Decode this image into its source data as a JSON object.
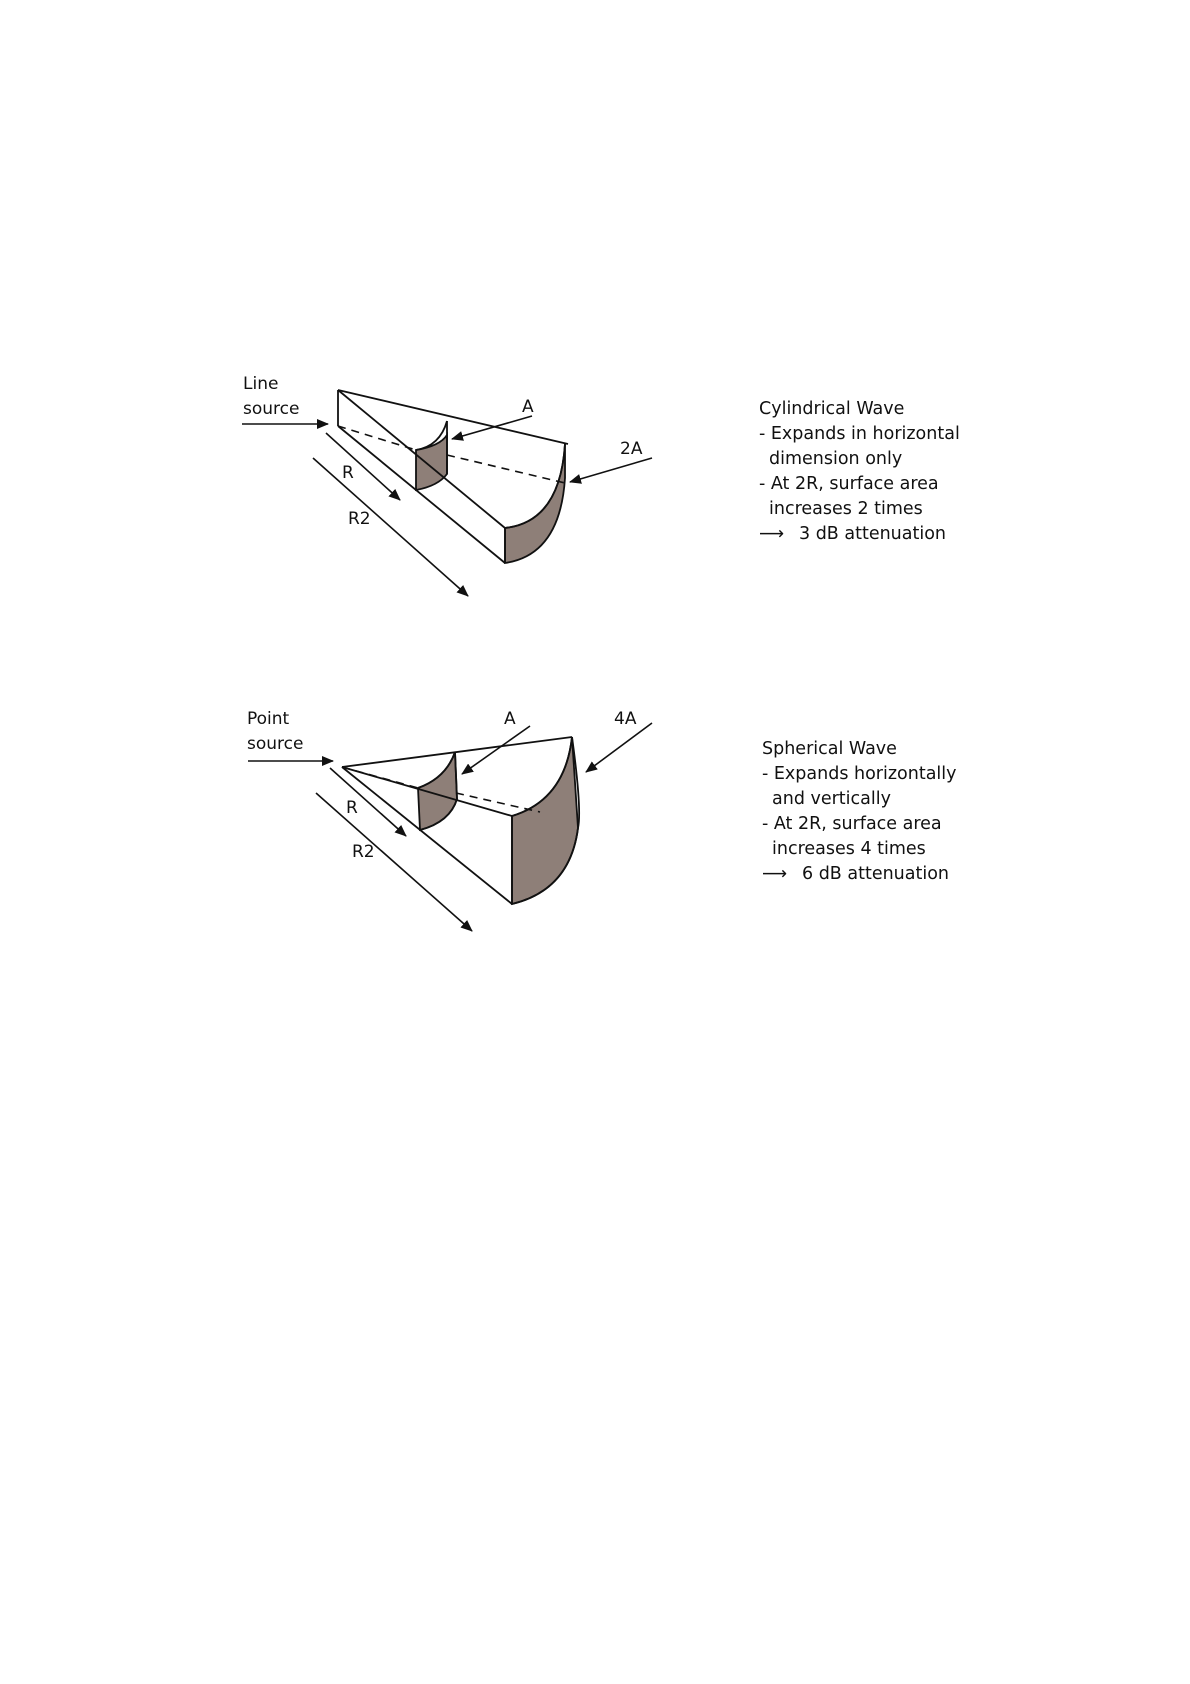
{
  "cylindrical": {
    "source_label_line1": "Line",
    "source_label_line2": "source",
    "r_label": "R",
    "r2_label": "R2",
    "a_label": "A",
    "area_label": "2A",
    "title": "Cylindrical Wave",
    "lines": [
      "- Expands in horizontal",
      "dimension only",
      "- At 2R, surface area",
      "increases 2 times"
    ],
    "result_arrow": "⟶",
    "result": "3 dB attenuation"
  },
  "spherical": {
    "source_label_line1": "Point",
    "source_label_line2": "source",
    "r_label": "R",
    "r2_label": "R2",
    "a_label": "A",
    "area_label": "4A",
    "title": "Spherical Wave",
    "lines": [
      "- Expands horizontally",
      "and vertically",
      "- At 2R, surface area",
      "increases 4 times"
    ],
    "result_arrow": "⟶",
    "result": "6 dB attenuation"
  },
  "colors": {
    "face_fill": "#8e7f78",
    "line": "#111111",
    "background": "#ffffff"
  }
}
